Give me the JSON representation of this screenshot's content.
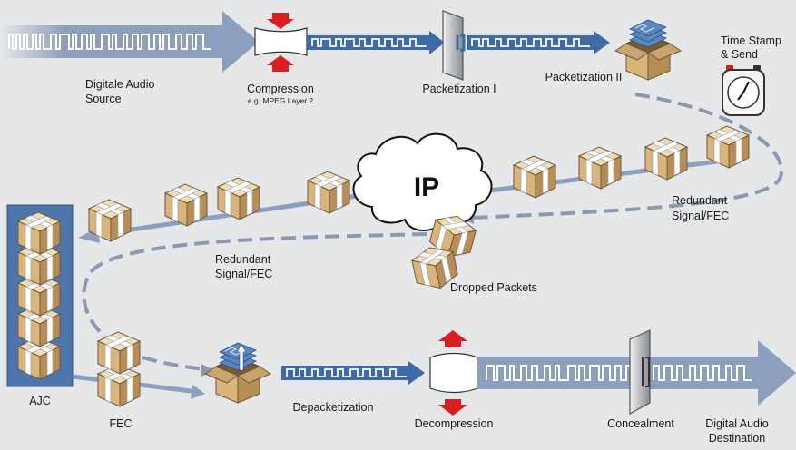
{
  "colors": {
    "background": "#e6e7e9",
    "arrow_blue": "#8d9fbf",
    "stream_blue": "#3e6aa8",
    "dashed_path": "#8b99b0",
    "box_tan": "#d9b47c",
    "ajc_blue": "#4d76ad",
    "red_arrow": "#d81e1e"
  },
  "labels": {
    "source": [
      "Digitale Audio",
      "Source"
    ],
    "compression": "Compression",
    "compression_sub": "e.g. MPEG Layer 2",
    "packetization1": "Packetization I",
    "packetization2": "Packetization II",
    "timestamp": [
      "Time Stamp",
      "& Send"
    ],
    "ip": "IP",
    "redundant_right": [
      "Redundant",
      "Signal/FEC"
    ],
    "redundant_left": [
      "Redundant",
      "Signal/FEC"
    ],
    "dropped": "Dropped Packets",
    "ajc": "AJC",
    "fec": "FEC",
    "depacketization": "Depacketization",
    "decompression": "Decompression",
    "concealment": "Concealment",
    "destination": [
      "Digital Audio",
      "Destination"
    ]
  },
  "icons": [
    "compression-press-icon",
    "packetizer-panel-icon",
    "open-box-icon",
    "stopwatch-icon",
    "ip-cloud-icon",
    "packet-box-icon",
    "decompression-press-icon",
    "concealment-panel-icon"
  ]
}
